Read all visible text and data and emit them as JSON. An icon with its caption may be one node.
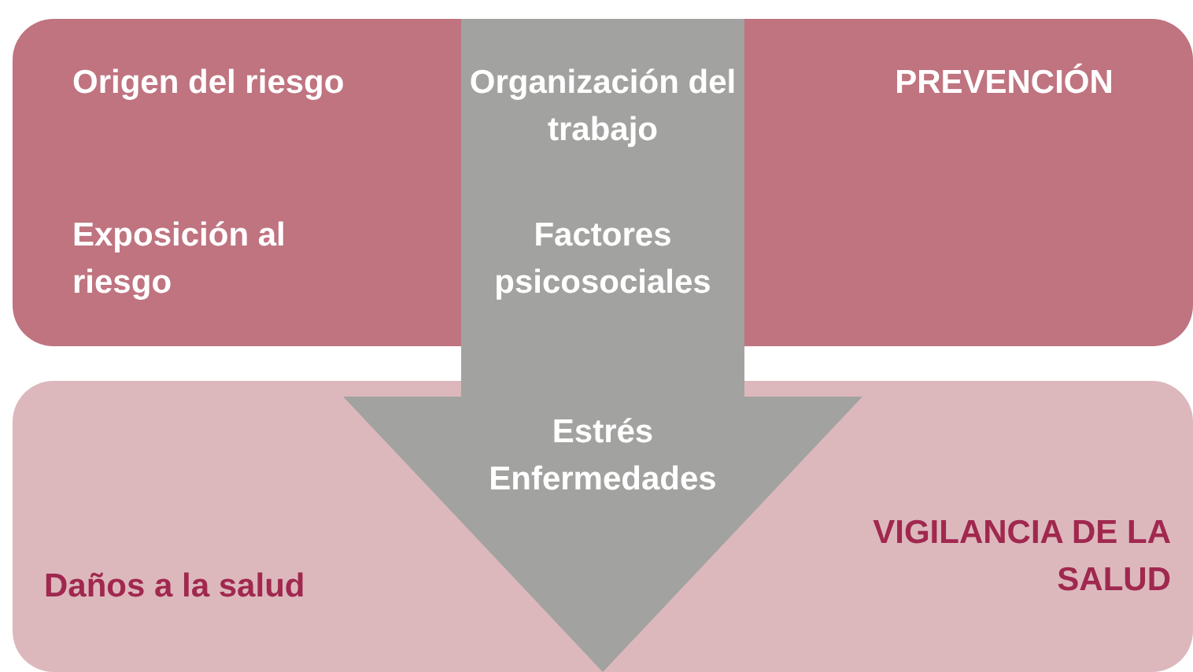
{
  "diagram": {
    "nodes": [
      {
        "text": [
          "Origen del riesgo",
          "Exposición al riesgo",
          "PREVENCIÓN"
        ]
      },
      {
        "text": [
          "Daños a la salud",
          "VIGILANCIA DE LA SALUD"
        ]
      },
      {
        "text": [
          "Organización del trabajo",
          "Factores psicosociales",
          "Estrés Enfermedades"
        ]
      }
    ],
    "edges": []
  }
}
